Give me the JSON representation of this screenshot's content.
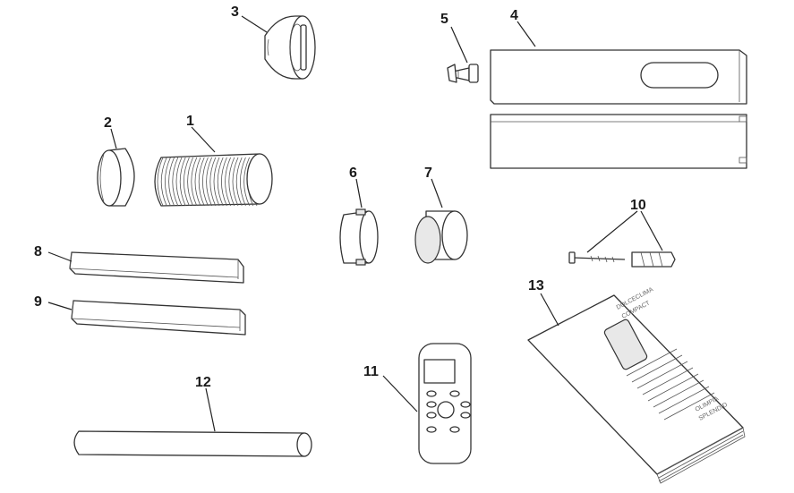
{
  "callouts": {
    "c1": "1",
    "c2": "2",
    "c3": "3",
    "c4": "4",
    "c5": "5",
    "c6": "6",
    "c7": "7",
    "c8": "8",
    "c9": "9",
    "c10": "10",
    "c11": "11",
    "c12": "12",
    "c13": "13"
  },
  "brochure": {
    "title_line1": "DOLCECLIMA",
    "title_line2": "COMPACT",
    "brand_line1": "OLIMPIA",
    "brand_line2": "SPLENDID"
  },
  "colors": {
    "line": "#333333",
    "fill": "#ffffff",
    "shade": "#e8e8e8"
  }
}
